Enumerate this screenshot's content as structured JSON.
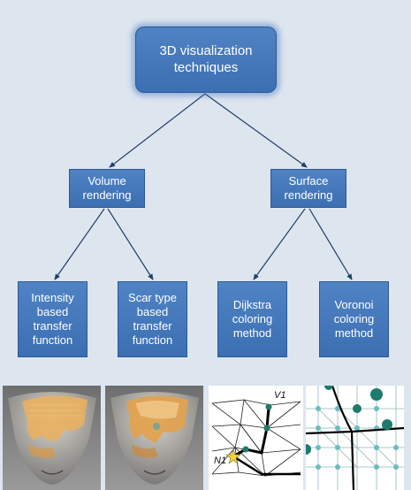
{
  "nodes": {
    "root": "3D visualization\ntechniques",
    "volume_rendering": "Volume\nrendering",
    "surface_rendering": "Surface\nrendering",
    "intensity": "Intensity\nbased\ntransfer\nfunction",
    "scar_type": "Scar type\nbased\ntransfer\nfunction",
    "dijkstra": "Dijkstra\ncoloring\nmethod",
    "voronoi": "Voronoi\ncoloring\nmethod"
  },
  "labels": {
    "v1": "V1",
    "n1": "N1"
  },
  "colors": {
    "background": "#dde5ef",
    "box_fill": "#4574b8",
    "box_text": "#ffffff",
    "connector": "#1f3f6a",
    "scar_orange": "#e8b060",
    "voronoi_teal": "#1e7a6c"
  }
}
